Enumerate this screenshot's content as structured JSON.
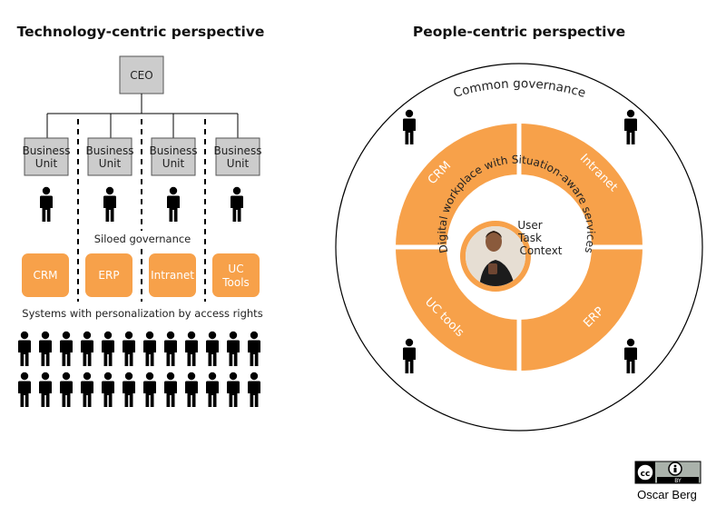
{
  "left": {
    "title": "Technology-centric perspective",
    "ceo_label": "CEO",
    "units": [
      {
        "line1": "Business",
        "line2": "Unit"
      },
      {
        "line1": "Business",
        "line2": "Unit"
      },
      {
        "line1": "Business",
        "line2": "Unit"
      },
      {
        "line1": "Business",
        "line2": "Unit"
      }
    ],
    "governance_label": "Siloed  governance",
    "systems": [
      {
        "line1": "CRM",
        "line2": ""
      },
      {
        "line1": "ERP",
        "line2": ""
      },
      {
        "line1": "Intranet",
        "line2": ""
      },
      {
        "line1": "UC",
        "line2": "Tools"
      }
    ],
    "personalization_label": "Systems with personalization by access rights"
  },
  "right": {
    "title": "People-centric perspective",
    "governance_label": "Common governance",
    "segments": [
      "CRM",
      "Intranet",
      "UC tools",
      "ERP"
    ],
    "workplace_label": "Digital workplace with Situation-aware services",
    "context_lines": [
      "User",
      "Task",
      "Context"
    ]
  },
  "credit": {
    "license_cc": "cc",
    "license_by": "BY",
    "author": "Oscar Berg"
  },
  "colors": {
    "accent": "#f7a14a",
    "gray_box": "#cccccc",
    "ink": "#000000"
  }
}
